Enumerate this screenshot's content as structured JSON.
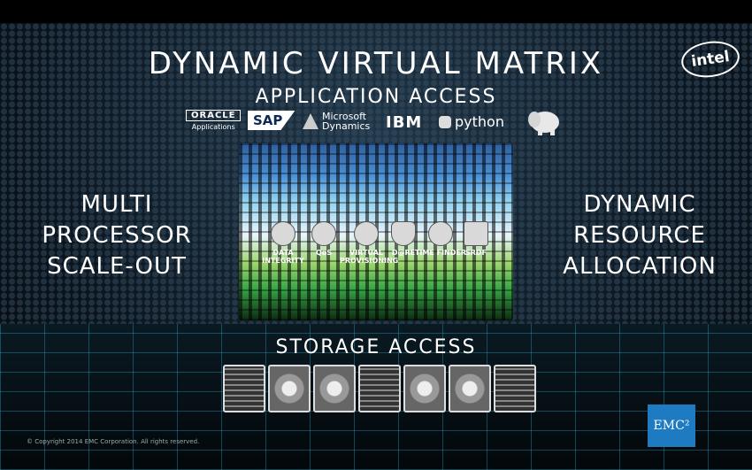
{
  "title": "DYNAMIC VIRTUAL MATRIX",
  "subtitle": "APPLICATION ACCESS",
  "brand_logo": "intel",
  "logos": {
    "oracle": {
      "name": "ORACLE",
      "tag": "Applications"
    },
    "sap": "SAP",
    "microsoft": "Microsoft Dynamics",
    "ibm": "IBM",
    "python": "python"
  },
  "left_label": [
    "MULTI",
    "PROCESSOR",
    "SCALE-OUT"
  ],
  "right_label": [
    "DYNAMIC",
    "RESOURCE",
    "ALLOCATION"
  ],
  "services": [
    {
      "label": "DATA INTEGRITY"
    },
    {
      "label": "QoS"
    },
    {
      "label": "VIRTUAL PROVISIONING"
    },
    {
      "label": "D@RE"
    },
    {
      "label": "TIME FINDER"
    },
    {
      "label": "SRDF"
    }
  ],
  "storage_label": "STORAGE ACCESS",
  "drives": [
    "ssd",
    "disk",
    "disk",
    "ssd",
    "disk",
    "disk",
    "ssd"
  ],
  "emc_logo": "EMC²",
  "copyright": "© Copyright 2014 EMC Corporation. All rights reserved."
}
